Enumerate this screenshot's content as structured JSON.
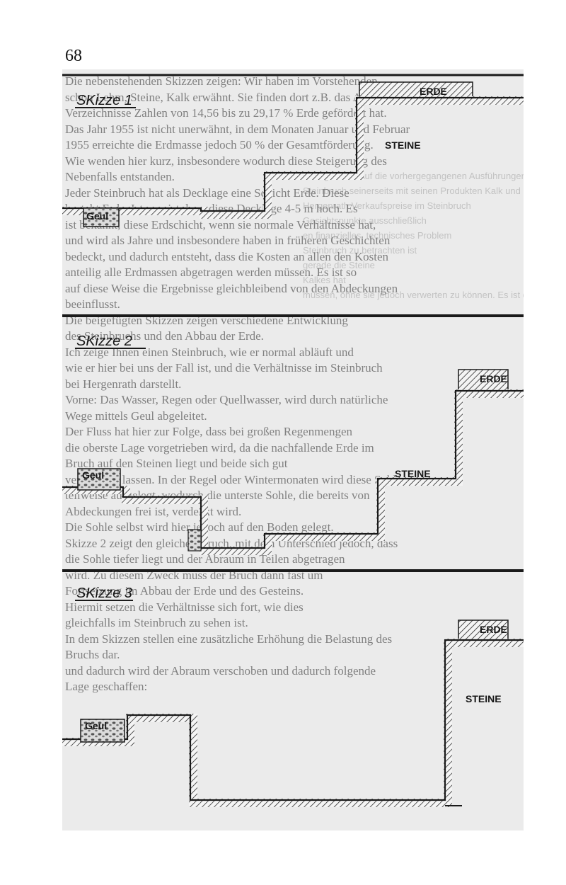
{
  "page": {
    "number": "68"
  },
  "sketches": [
    {
      "title": "SKizze 1",
      "geul_label": "Geul",
      "steine_label": "STEINE",
      "erde_label": "ERDE"
    },
    {
      "title": "SKizze 2",
      "geul_label": "Geul",
      "steine_label": "STEINE",
      "erde_label": "ERDE"
    },
    {
      "title": "SKizze 3",
      "geul_label": "Geul",
      "steine_label": "STEINE",
      "erde_label": "ERDE"
    }
  ],
  "show_through_text": [
    "Die nebenstehenden Skizzen zeigen: Wir haben im Vorstehenden",
    "schon Lehm, Steine, Kalk erwähnt. Sie finden dort z.B. das Auf-",
    "Verzeichnisse Zahlen von 14,56 bis zu 29,17 % Erde gefördert hat.",
    "Das Jahr 1955 ist nicht unerwähnt, in dem Monaten Januar und Februar",
    "1955 erreichte die Erdmasse jedoch 50 % der Gesamtförderung.",
    "Wie wenden hier kurz, insbesondere wodurch diese Steigerung des",
    "Nebenfalls entstanden.",
    "Jeder Steinbruch hat als Decklage eine Schicht Erde. Diese",
    "besteht Erde. Ist aus, ist dann diese Decklage 4-5 m hoch. Es",
    "ist bekannt, diese Erdschicht, wenn sie normale Verhältnisse hat,",
    "und wird als Jahre und insbesondere haben in früheren Geschichten",
    "bedeckt, und dadurch entsteht, dass die Kosten an allen den Kosten",
    "anteilig alle Erdmassen abgetragen werden müssen. Es ist so",
    "auf diese Weise die Ergebnisse gleichbleibend von den Abdeckungen",
    "beeinflusst.",
    "Die beigefügten Skizzen zeigen verschiedene Entwicklung",
    "des Steinbruchs und den Abbau der Erde.",
    "Ich zeige Ihnen einen Steinbruch, wie er normal abläuft und",
    "wie er hier bei uns der Fall ist, und die Verhältnisse im Steinbruch",
    "bei Hergenrath darstellt.",
    "Vorne: Das Wasser, Regen oder Quellwasser, wird durch natürliche",
    "Wege mittels Geul abgeleitet.",
    "Der Fluss hat hier zur Folge, dass bei großen Regenmengen",
    "die oberste Lage vorgetrieben wird, da die nachfallende Erde im",
    "Bruch auf den Steinen liegt und beide sich gut",
    "verarbeiten lassen. In der Regel oder Wintermonaten wird diese Sohle",
    "teilweise aufgelegt, wodurch die unterste Sohle, die bereits von",
    "Abdeckungen frei ist, verdeckt wird.",
    "Die Sohle selbst wird hier jedoch auf den Boden gelegt.",
    "Skizze 2 zeigt den gleichen Bruch, mit dem Unterschied jedoch, dass",
    "die Sohle tiefer liegt und der Abraum in Teilen abgetragen",
    "wird. Zu diesem Zweck muss der Bruch dann fast um",
    "Fortsetzung im Abbau der Erde und des Gesteins.",
    "Hiermit setzen die Verhältnisse sich fort, wie dies",
    "gleichfalls im Steinbruch zu sehen ist.",
    "In dem Skizzen stellen eine zusätzliche Erhöhung die Belastung des",
    "Bruchs dar.",
    "und dadurch wird der Abraum verschoben und dadurch folgende",
    "Lage geschaffen:"
  ],
  "bleed_text": [
    "Bezugnahme auf die vorhergegangenen Ausführungen",
    "Steinbruch seinerseits mit seinen Produkten Kalk und Stein",
    "Hergenrath Verkaufspreise im Steinbruch",
    "Gesichtspunkte ausschließlich",
    "en finanzielles, technisches Problem",
    "Steinbruch zu betrachten ist",
    "gerade die Steine",
    "Kalkes hat",
    "müssen, ohne sie jedoch verwerten zu können. Es ist daher"
  ]
}
